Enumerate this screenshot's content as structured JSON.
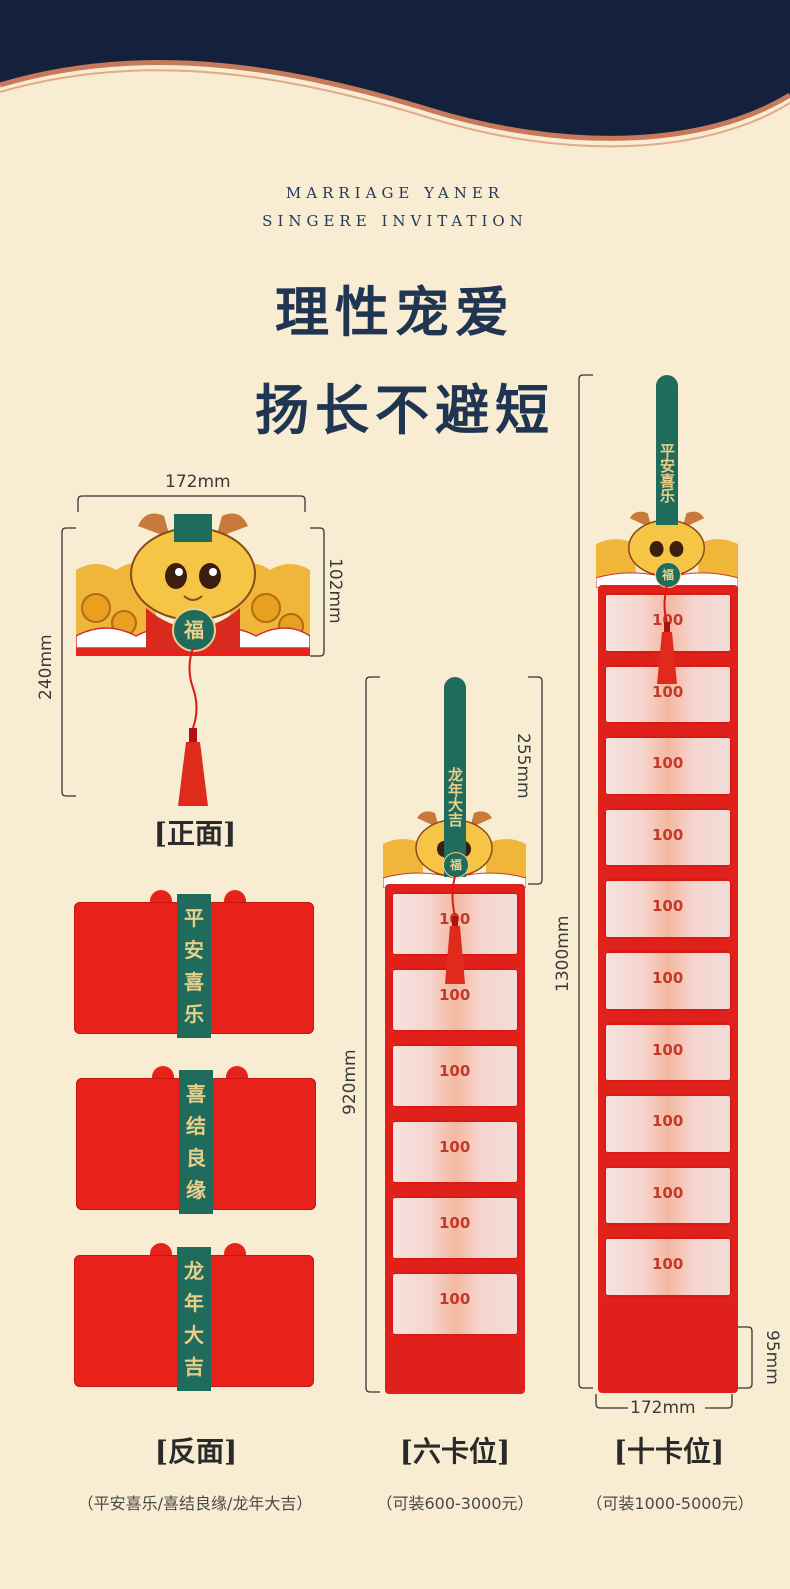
{
  "header": {
    "line1": "MARRIAGE YANER",
    "line2": "SINGERE INVITATION",
    "headline1": "理性宠爱",
    "headline2": "扬长不避短"
  },
  "front": {
    "width_label": "172mm",
    "height_label": "102mm",
    "length_label": "240mm",
    "fu_char": "福",
    "section_label": "[正面]"
  },
  "back": {
    "bands": [
      "平安喜乐",
      "喜结良缘",
      "龙年大吉"
    ],
    "section_label": "[反面]",
    "caption": "（平安喜乐/喜结良缘/龙年大吉）"
  },
  "six": {
    "stick_text": "龙年大吉",
    "fu_char": "福",
    "top_label": "255mm",
    "length_label": "920mm",
    "bill_value": "100",
    "section_label": "[六卡位]",
    "caption": "（可装600-3000元）"
  },
  "ten": {
    "stick_text": "平安喜乐",
    "fu_char": "福",
    "length_label": "1300mm",
    "bottom_label": "95mm",
    "width_label": "172mm",
    "bill_value": "100",
    "section_label": "[十卡位]",
    "caption": "（可装1000-5000元）"
  },
  "colors": {
    "navy": "#13213d",
    "copper": "#c8795a",
    "cream": "#f8ecd2",
    "red": "#e8221b",
    "green": "#1f6b5c",
    "gold": "#e8cf8a"
  }
}
